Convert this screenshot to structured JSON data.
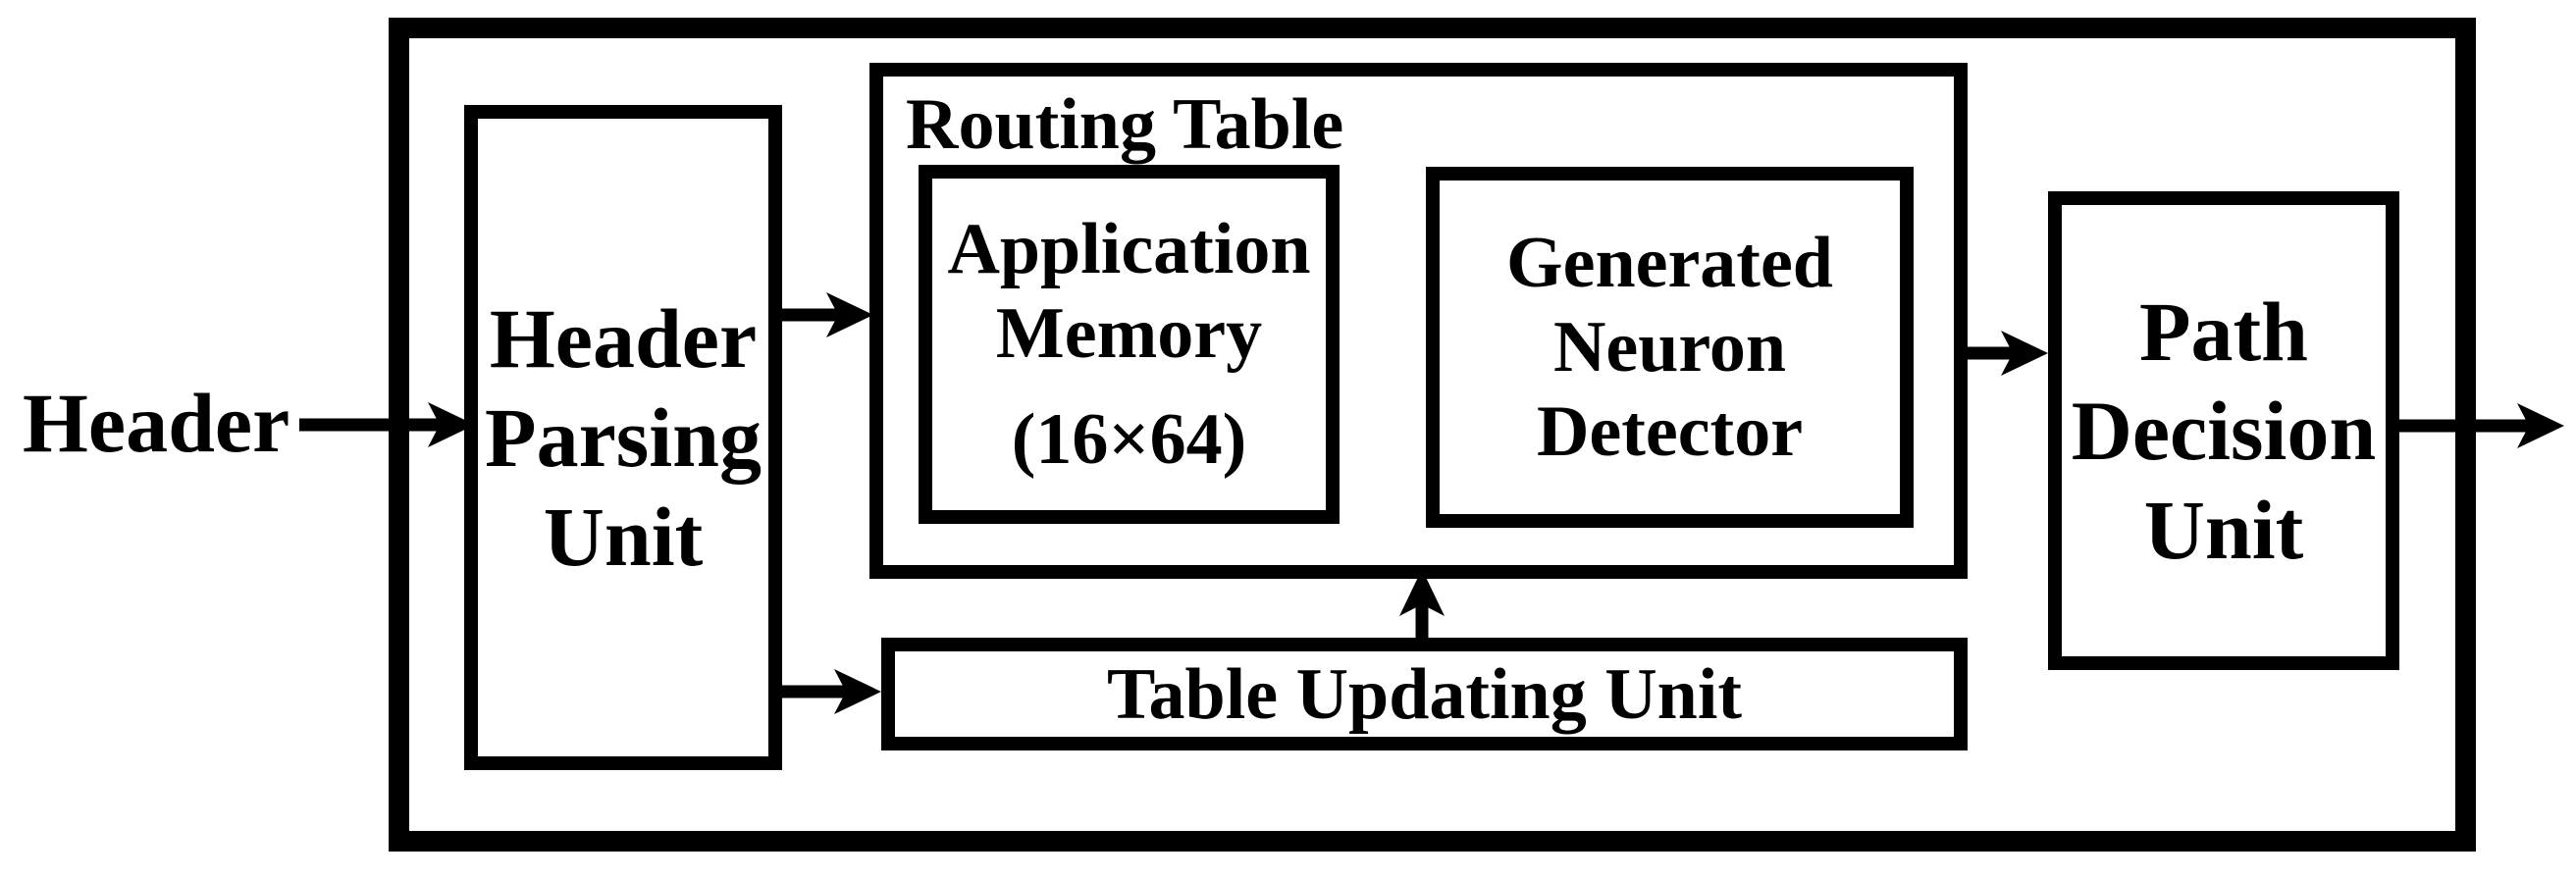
{
  "diagram": {
    "input_label": "Header",
    "blocks": {
      "header_parsing_unit": {
        "lines": [
          "Header",
          "Parsing",
          "Unit"
        ]
      },
      "routing_table": {
        "label": "Routing Table"
      },
      "application_memory": {
        "lines": [
          "Application",
          "Memory",
          "(16×64)"
        ]
      },
      "generated_neuron_detector": {
        "lines": [
          "Generated",
          "Neuron",
          "Detector"
        ]
      },
      "table_updating_unit": {
        "label": "Table Updating Unit"
      },
      "path_decision_unit": {
        "lines": [
          "Path",
          "Decision",
          "Unit"
        ]
      }
    },
    "connections": [
      {
        "from": "Header",
        "to": "Header Parsing Unit"
      },
      {
        "from": "Header Parsing Unit",
        "to": "Routing Table"
      },
      {
        "from": "Header Parsing Unit",
        "to": "Table Updating Unit"
      },
      {
        "from": "Table Updating Unit",
        "to": "Routing Table"
      },
      {
        "from": "Routing Table",
        "to": "Path Decision Unit"
      },
      {
        "from": "Path Decision Unit",
        "to": "output"
      }
    ],
    "colors": {
      "line": "#000000",
      "background": "#ffffff"
    }
  }
}
